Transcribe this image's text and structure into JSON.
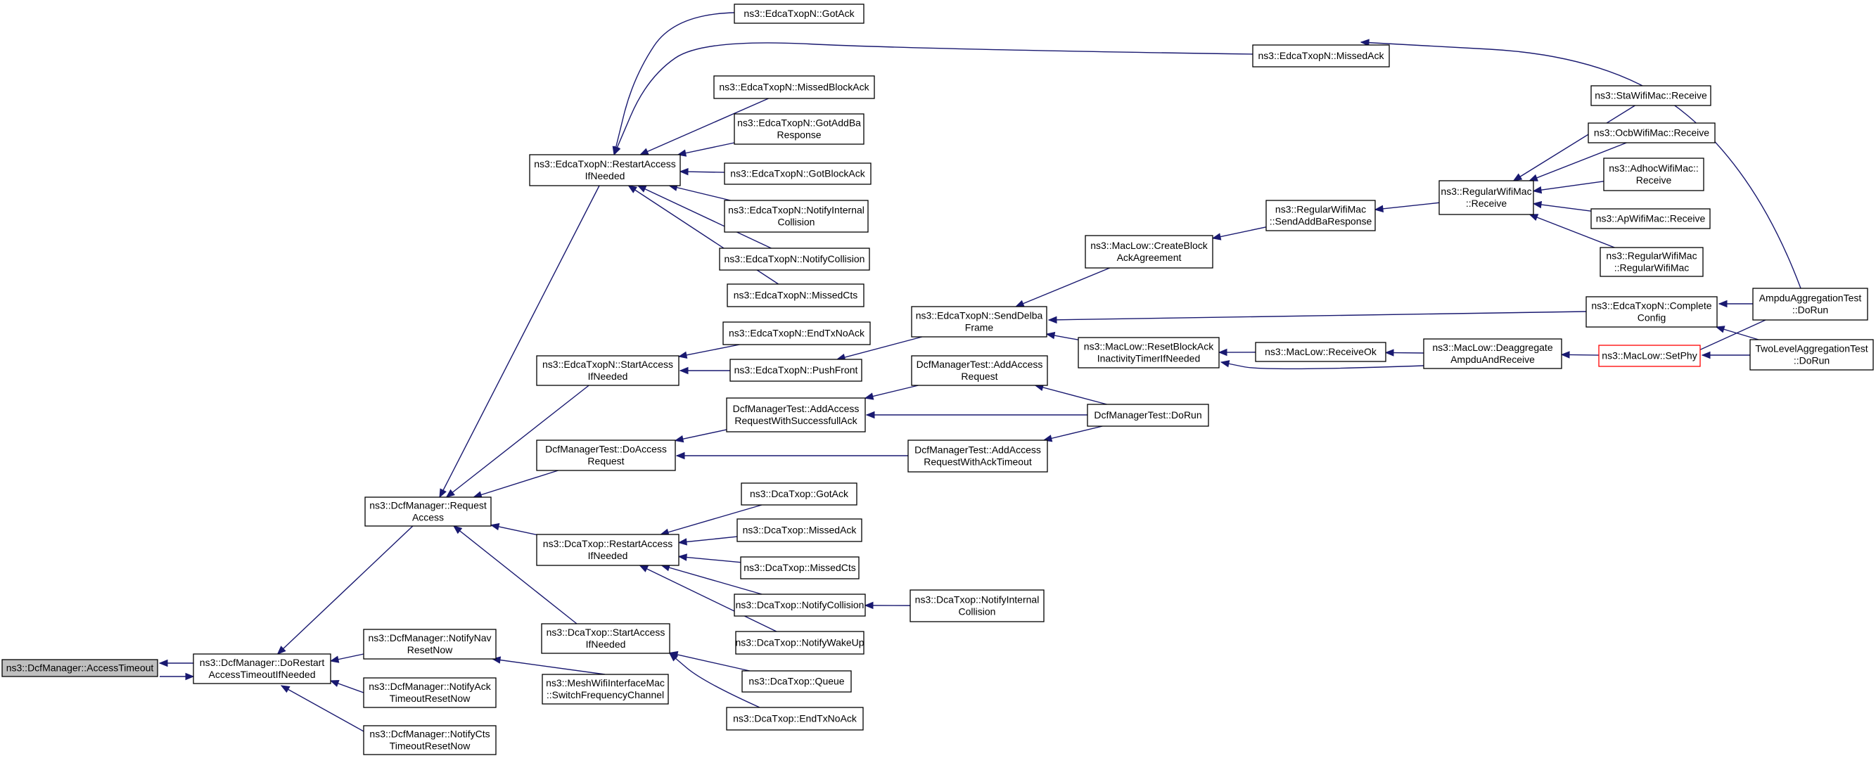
{
  "diagram": {
    "nodes": [
      {
        "id": "n0",
        "lines": [
          "ns3::DcfManager::AccessTimeout"
        ],
        "root": true
      },
      {
        "id": "n1",
        "lines": [
          "ns3::DcfManager::DoRestart",
          "AccessTimeoutIfNeeded"
        ]
      },
      {
        "id": "n2",
        "lines": [
          "ns3::DcfManager::Request",
          "Access"
        ]
      },
      {
        "id": "n3",
        "lines": [
          "ns3::DcfManager::NotifyNav",
          "ResetNow"
        ]
      },
      {
        "id": "n4",
        "lines": [
          "ns3::DcfManager::NotifyAck",
          "TimeoutResetNow"
        ]
      },
      {
        "id": "n5",
        "lines": [
          "ns3::DcfManager::NotifyCts",
          "TimeoutResetNow"
        ]
      },
      {
        "id": "n6",
        "lines": [
          "ns3::EdcaTxopN::RestartAccess",
          "IfNeeded"
        ]
      },
      {
        "id": "n7",
        "lines": [
          "ns3::EdcaTxopN::StartAccess",
          "IfNeeded"
        ]
      },
      {
        "id": "n8",
        "lines": [
          "DcfManagerTest::DoAccess",
          "Request"
        ]
      },
      {
        "id": "n9",
        "lines": [
          "ns3::DcaTxop::RestartAccess",
          "IfNeeded"
        ]
      },
      {
        "id": "n10",
        "lines": [
          "ns3::DcaTxop::StartAccess",
          "IfNeeded"
        ]
      },
      {
        "id": "n11",
        "lines": [
          "ns3::MeshWifiInterfaceMac",
          "::SwitchFrequencyChannel"
        ]
      },
      {
        "id": "n12",
        "lines": [
          "ns3::EdcaTxopN::GotAck"
        ]
      },
      {
        "id": "n13",
        "lines": [
          "ns3::EdcaTxopN::MissedAck"
        ]
      },
      {
        "id": "n14",
        "lines": [
          "ns3::EdcaTxopN::MissedBlockAck"
        ]
      },
      {
        "id": "n15",
        "lines": [
          "ns3::EdcaTxopN::GotAddBa",
          "Response"
        ]
      },
      {
        "id": "n16",
        "lines": [
          "ns3::EdcaTxopN::GotBlockAck"
        ]
      },
      {
        "id": "n17",
        "lines": [
          "ns3::EdcaTxopN::NotifyInternal",
          "Collision"
        ]
      },
      {
        "id": "n18",
        "lines": [
          "ns3::EdcaTxopN::NotifyCollision"
        ]
      },
      {
        "id": "n19",
        "lines": [
          "ns3::EdcaTxopN::MissedCts"
        ]
      },
      {
        "id": "n20",
        "lines": [
          "ns3::EdcaTxopN::EndTxNoAck"
        ]
      },
      {
        "id": "n21",
        "lines": [
          "ns3::EdcaTxopN::PushFront"
        ]
      },
      {
        "id": "n22",
        "lines": [
          "DcfManagerTest::AddAccess",
          "RequestWithSuccessfullAck"
        ]
      },
      {
        "id": "n23",
        "lines": [
          "DcfManagerTest::AddAccess",
          "Request"
        ]
      },
      {
        "id": "n24",
        "lines": [
          "DcfManagerTest::AddAccess",
          "RequestWithAckTimeout"
        ]
      },
      {
        "id": "n25",
        "lines": [
          "DcfManagerTest::DoRun"
        ]
      },
      {
        "id": "n26",
        "lines": [
          "ns3::DcaTxop::GotAck"
        ]
      },
      {
        "id": "n27",
        "lines": [
          "ns3::DcaTxop::MissedAck"
        ]
      },
      {
        "id": "n28",
        "lines": [
          "ns3::DcaTxop::MissedCts"
        ]
      },
      {
        "id": "n29",
        "lines": [
          "ns3::DcaTxop::NotifyCollision"
        ]
      },
      {
        "id": "n30",
        "lines": [
          "ns3::DcaTxop::NotifyInternal",
          "Collision"
        ]
      },
      {
        "id": "n31",
        "lines": [
          "ns3::DcaTxop::NotifyWakeUp"
        ]
      },
      {
        "id": "n32",
        "lines": [
          "ns3::DcaTxop::Queue"
        ]
      },
      {
        "id": "n33",
        "lines": [
          "ns3::DcaTxop::EndTxNoAck"
        ]
      },
      {
        "id": "n34",
        "lines": [
          "ns3::EdcaTxopN::SendDelba",
          "Frame"
        ]
      },
      {
        "id": "n35",
        "lines": [
          "ns3::MacLow::CreateBlock",
          "AckAgreement"
        ]
      },
      {
        "id": "n36",
        "lines": [
          "ns3::RegularWifiMac",
          "::SendAddBaResponse"
        ]
      },
      {
        "id": "n37",
        "lines": [
          "ns3::RegularWifiMac",
          "::Receive"
        ]
      },
      {
        "id": "n38",
        "lines": [
          "ns3::StaWifiMac::Receive"
        ]
      },
      {
        "id": "n39",
        "lines": [
          "ns3::OcbWifiMac::Receive"
        ]
      },
      {
        "id": "n40",
        "lines": [
          "ns3::AdhocWifiMac::",
          "Receive"
        ]
      },
      {
        "id": "n41",
        "lines": [
          "ns3::ApWifiMac::Receive"
        ]
      },
      {
        "id": "n42",
        "lines": [
          "ns3::RegularWifiMac",
          "::RegularWifiMac"
        ]
      },
      {
        "id": "n43",
        "lines": [
          "ns3::EdcaTxopN::Complete",
          "Config"
        ]
      },
      {
        "id": "n44",
        "lines": [
          "ns3::MacLow::ResetBlockAck",
          "InactivityTimerIfNeeded"
        ]
      },
      {
        "id": "n45",
        "lines": [
          "ns3::MacLow::ReceiveOk"
        ]
      },
      {
        "id": "n46",
        "lines": [
          "ns3::MacLow::Deaggregate",
          "AmpduAndReceive"
        ]
      },
      {
        "id": "n47",
        "lines": [
          "ns3::MacLow::SetPhy"
        ],
        "truncated": true
      },
      {
        "id": "n48",
        "lines": [
          "AmpduAggregationTest",
          "::DoRun"
        ]
      },
      {
        "id": "n49",
        "lines": [
          "TwoLevelAggregationTest",
          "::DoRun"
        ]
      }
    ],
    "edges": [
      {
        "from": "n1",
        "to": "n0"
      },
      {
        "from": "n0",
        "to": "n1"
      },
      {
        "from": "n2",
        "to": "n1"
      },
      {
        "from": "n3",
        "to": "n1"
      },
      {
        "from": "n4",
        "to": "n1"
      },
      {
        "from": "n5",
        "to": "n1"
      },
      {
        "from": "n6",
        "to": "n2"
      },
      {
        "from": "n7",
        "to": "n2"
      },
      {
        "from": "n8",
        "to": "n2"
      },
      {
        "from": "n9",
        "to": "n2"
      },
      {
        "from": "n10",
        "to": "n2"
      },
      {
        "from": "n11",
        "to": "n3"
      },
      {
        "from": "n12",
        "to": "n6"
      },
      {
        "from": "n13",
        "to": "n6"
      },
      {
        "from": "n14",
        "to": "n6"
      },
      {
        "from": "n15",
        "to": "n6"
      },
      {
        "from": "n16",
        "to": "n6"
      },
      {
        "from": "n17",
        "to": "n6"
      },
      {
        "from": "n18",
        "to": "n6"
      },
      {
        "from": "n19",
        "to": "n6"
      },
      {
        "from": "n20",
        "to": "n7"
      },
      {
        "from": "n21",
        "to": "n7"
      },
      {
        "from": "n22",
        "to": "n8"
      },
      {
        "from": "n24",
        "to": "n8"
      },
      {
        "from": "n23",
        "to": "n22"
      },
      {
        "from": "n25",
        "to": "n22"
      },
      {
        "from": "n25",
        "to": "n23"
      },
      {
        "from": "n25",
        "to": "n24"
      },
      {
        "from": "n26",
        "to": "n9"
      },
      {
        "from": "n27",
        "to": "n9"
      },
      {
        "from": "n28",
        "to": "n9"
      },
      {
        "from": "n29",
        "to": "n9"
      },
      {
        "from": "n31",
        "to": "n9"
      },
      {
        "from": "n30",
        "to": "n29"
      },
      {
        "from": "n32",
        "to": "n10"
      },
      {
        "from": "n33",
        "to": "n10"
      },
      {
        "from": "n34",
        "to": "n21"
      },
      {
        "from": "n35",
        "to": "n34"
      },
      {
        "from": "n43",
        "to": "n34"
      },
      {
        "from": "n44",
        "to": "n34"
      },
      {
        "from": "n36",
        "to": "n35"
      },
      {
        "from": "n37",
        "to": "n36"
      },
      {
        "from": "n38",
        "to": "n37"
      },
      {
        "from": "n39",
        "to": "n37"
      },
      {
        "from": "n40",
        "to": "n37"
      },
      {
        "from": "n41",
        "to": "n37"
      },
      {
        "from": "n42",
        "to": "n37"
      },
      {
        "from": "n45",
        "to": "n44"
      },
      {
        "from": "n46",
        "to": "n44"
      },
      {
        "from": "n46",
        "to": "n45"
      },
      {
        "from": "n47",
        "to": "n46"
      },
      {
        "from": "n48",
        "to": "n43"
      },
      {
        "from": "n49",
        "to": "n43"
      },
      {
        "from": "n48",
        "to": "n47"
      },
      {
        "from": "n49",
        "to": "n47"
      },
      {
        "from": "n48",
        "to": "n13"
      }
    ]
  },
  "colors": {
    "edge": "#191970",
    "node_border": "#000000",
    "node_fill": "#ffffff",
    "root_fill": "#bfbfbf",
    "truncated_border": "#ff0000"
  }
}
